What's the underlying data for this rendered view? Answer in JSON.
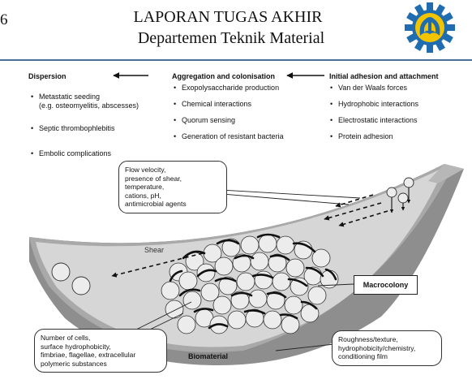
{
  "header": {
    "page_number": "6",
    "title_line1": "LAPORAN TUGAS AKHIR",
    "title_line2": "Departemen Teknik Material"
  },
  "logo": {
    "icon": "its-university-emblem-icon",
    "colors": {
      "outer": "#1f6db0",
      "inner": "#f2c400"
    }
  },
  "figure": {
    "columns": [
      {
        "title": "Dispersion",
        "items": [
          "Metastatic seeding\n(e.g. osteomyelitis, abscesses)",
          "Septic thrombophlebitis",
          "Embolic complications"
        ]
      },
      {
        "title": "Aggregation and colonisation",
        "items": [
          "Exopolysaccharide production",
          "Chemical interactions",
          "Quorum sensing",
          "Generation of resistant bacteria"
        ]
      },
      {
        "title": "Initial adhesion and attachment",
        "items": [
          "Van der Waals forces",
          "Hydrophobic interactions",
          "Electrostatic interactions",
          "Protein adhesion"
        ]
      }
    ],
    "callouts": {
      "flow": "Flow velocity,\npresence of shear,\ntemperature,\ncations, pH,\nantimicrobial agents",
      "cells": "Number of cells,\nsurface hydrophobicity,\nfimbriae, flagellae, extracellular\npolymeric substances",
      "rough": "Roughness/texture,\nhydrophobicity/chemistry,\nconditioning film"
    },
    "labels": {
      "shear": "Shear",
      "macrocolony": "Macrocolony",
      "biomaterial": "Biomaterial"
    }
  }
}
